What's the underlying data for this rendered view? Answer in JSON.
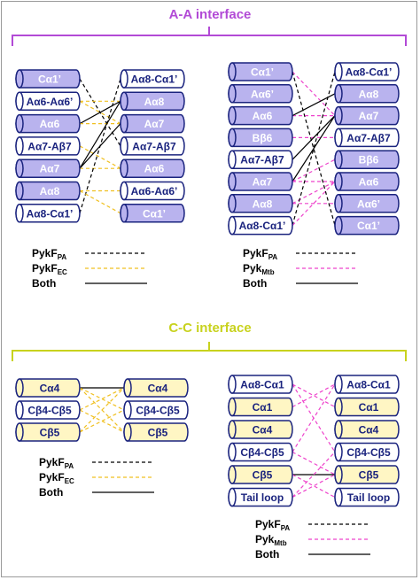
{
  "sections": {
    "aa": {
      "title": "A-A interface",
      "brace_color": "#b24ad6",
      "fill_color": "#b9b3ee",
      "text_color": "#ffffff",
      "panels": [
        {
          "id": "aa-left",
          "left": [
            "Cα1’",
            "Aα6-Aα6’",
            "Aα6",
            "Aα7-Aβ7",
            "Aα7",
            "Aα8",
            "Aα8-Cα1’"
          ],
          "right": [
            "Aα8-Cα1’",
            "Aα8",
            "Aα7",
            "Aα7-Aβ7",
            "Aα6",
            "Aα6-Aα6’",
            "Cα1’"
          ],
          "filled_left": [
            true,
            false,
            true,
            false,
            true,
            true,
            false
          ],
          "filled_right": [
            false,
            true,
            true,
            false,
            true,
            false,
            true
          ],
          "links": [
            {
              "from": 0,
              "to": 3,
              "type": "PA"
            },
            {
              "from": 1,
              "to": 1,
              "type": "EC"
            },
            {
              "from": 1,
              "to": 2,
              "type": "EC"
            },
            {
              "from": 2,
              "to": 1,
              "type": "BOTH"
            },
            {
              "from": 2,
              "to": 2,
              "type": "EC"
            },
            {
              "from": 3,
              "to": 4,
              "type": "EC"
            },
            {
              "from": 4,
              "to": 2,
              "type": "BOTH"
            },
            {
              "from": 4,
              "to": 1,
              "type": "BOTH"
            },
            {
              "from": 4,
              "to": 4,
              "type": "EC"
            },
            {
              "from": 5,
              "to": 5,
              "type": "EC"
            },
            {
              "from": 6,
              "to": 0,
              "type": "PA"
            },
            {
              "from": 5,
              "to": 6,
              "type": "EC"
            }
          ],
          "legend": [
            {
              "name": "PykF",
              "sub": "PA",
              "type": "PA"
            },
            {
              "name": "PykF",
              "sub": "EC",
              "type": "EC"
            },
            {
              "name": "Both",
              "sub": "",
              "type": "BOTH"
            }
          ]
        },
        {
          "id": "aa-right",
          "left": [
            "Cα1’",
            "Aα6’",
            "Aα6",
            "Bβ6",
            "Aα7-Aβ7",
            "Aα7",
            "Aα8",
            "Aα8-Cα1’"
          ],
          "right": [
            "Aα8-Cα1’",
            "Aα8",
            "Aα7",
            "Aα7-Aβ7",
            "Bβ6",
            "Aα6",
            "Aα6’",
            "Cα1’"
          ],
          "filled_left": [
            true,
            true,
            true,
            true,
            false,
            true,
            true,
            false
          ],
          "filled_right": [
            false,
            true,
            true,
            false,
            true,
            true,
            true,
            true
          ],
          "links": [
            {
              "from": 0,
              "to": 2,
              "type": "MTB"
            },
            {
              "from": 0,
              "to": 7,
              "type": "PA"
            },
            {
              "from": 2,
              "to": 2,
              "type": "MTB"
            },
            {
              "from": 2,
              "to": 1,
              "type": "BOTH"
            },
            {
              "from": 3,
              "to": 3,
              "type": "MTB"
            },
            {
              "from": 4,
              "to": 2,
              "type": "BOTH"
            },
            {
              "from": 5,
              "to": 2,
              "type": "BOTH"
            },
            {
              "from": 5,
              "to": 5,
              "type": "MTB"
            },
            {
              "from": 5,
              "to": 4,
              "type": "MTB"
            },
            {
              "from": 6,
              "to": 6,
              "type": "MTB"
            },
            {
              "from": 6,
              "to": 5,
              "type": "MTB"
            },
            {
              "from": 7,
              "to": 0,
              "type": "PA"
            },
            {
              "from": 7,
              "to": 5,
              "type": "MTB"
            }
          ],
          "legend": [
            {
              "name": "PykF",
              "sub": "PA",
              "type": "PA"
            },
            {
              "name": "Pyk",
              "sub": "Mtb",
              "type": "MTB"
            },
            {
              "name": "Both",
              "sub": "",
              "type": "BOTH"
            }
          ]
        }
      ]
    },
    "cc": {
      "title": "C-C interface",
      "brace_color": "#c8d21e",
      "fill_color": "#fff6c4",
      "text_color": "#1a237e",
      "panels": [
        {
          "id": "cc-left",
          "left": [
            "Cα4",
            "Cβ4-Cβ5",
            "Cβ5"
          ],
          "right": [
            "Cα4",
            "Cβ4-Cβ5",
            "Cβ5"
          ],
          "filled_left": [
            true,
            false,
            true
          ],
          "filled_right": [
            true,
            false,
            true
          ],
          "links": [
            {
              "from": 0,
              "to": 0,
              "type": "BOTH"
            },
            {
              "from": 0,
              "to": 1,
              "type": "EC"
            },
            {
              "from": 0,
              "to": 2,
              "type": "EC"
            },
            {
              "from": 1,
              "to": 0,
              "type": "EC"
            },
            {
              "from": 1,
              "to": 2,
              "type": "EC"
            },
            {
              "from": 2,
              "to": 0,
              "type": "EC"
            },
            {
              "from": 2,
              "to": 1,
              "type": "EC"
            }
          ],
          "legend": [
            {
              "name": "PykF",
              "sub": "PA",
              "type": "PA"
            },
            {
              "name": "PykF",
              "sub": "EC",
              "type": "EC"
            },
            {
              "name": "Both",
              "sub": "",
              "type": "BOTH"
            }
          ]
        },
        {
          "id": "cc-right",
          "left": [
            "Aα8-Cα1",
            "Cα1",
            "Cα4",
            "Cβ4-Cβ5",
            "Cβ5",
            "Tail loop"
          ],
          "right": [
            "Aα8-Cα1",
            "Cα1",
            "Cα4",
            "Cβ4-Cβ5",
            "Cβ5",
            "Tail loop"
          ],
          "filled_left": [
            false,
            true,
            true,
            false,
            true,
            false
          ],
          "filled_right": [
            false,
            true,
            true,
            false,
            true,
            false
          ],
          "links": [
            {
              "from": 0,
              "to": 1,
              "type": "MTB"
            },
            {
              "from": 0,
              "to": 3,
              "type": "MTB"
            },
            {
              "from": 1,
              "to": 0,
              "type": "MTB"
            },
            {
              "from": 3,
              "to": 0,
              "type": "MTB"
            },
            {
              "from": 3,
              "to": 4,
              "type": "MTB"
            },
            {
              "from": 4,
              "to": 4,
              "type": "BOTH"
            },
            {
              "from": 4,
              "to": 5,
              "type": "MTB"
            },
            {
              "from": 5,
              "to": 3,
              "type": "MTB"
            },
            {
              "from": 5,
              "to": 4,
              "type": "MTB"
            }
          ],
          "legend": [
            {
              "name": "PykF",
              "sub": "PA",
              "type": "PA"
            },
            {
              "name": "Pyk",
              "sub": "Mtb",
              "type": "MTB"
            },
            {
              "name": "Both",
              "sub": "",
              "type": "BOTH"
            }
          ]
        }
      ]
    }
  },
  "link_styles": {
    "PA": {
      "color": "#000000",
      "dash": "4,3"
    },
    "EC": {
      "color": "#f0c020",
      "dash": "4,3"
    },
    "MTB": {
      "color": "#ee44cc",
      "dash": "4,3"
    },
    "BOTH": {
      "color": "#000000",
      "dash": ""
    }
  },
  "outline_color": "#1a237e"
}
